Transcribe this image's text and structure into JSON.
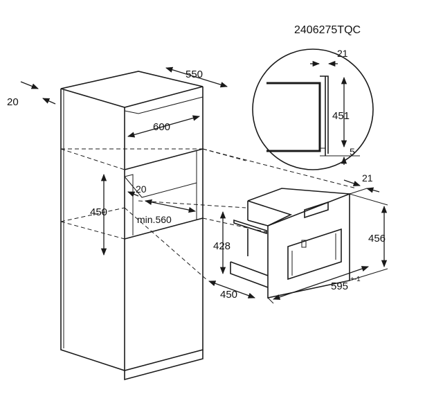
{
  "model_code": "2406275TQC",
  "dimensions": {
    "cabinet_side_offset": "20",
    "cabinet_depth": "550",
    "cabinet_width": "600",
    "niche_offset": "20",
    "niche_height": "450",
    "niche_min_width": "min.560",
    "detail_top": "21",
    "detail_height": "451",
    "detail_gap": "5",
    "appliance_frame_depth": "21",
    "appliance_height": "456",
    "appliance_body_height": "428",
    "appliance_depth": "450",
    "appliance_width": "595",
    "appliance_width_tolerance": "+-1"
  }
}
